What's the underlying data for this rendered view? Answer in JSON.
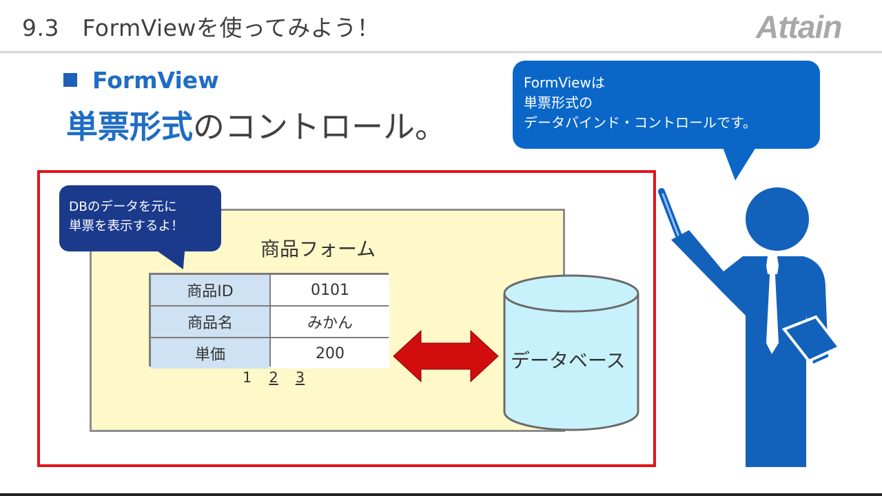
{
  "header": {
    "title": "9.3　FormViewを使ってみよう！",
    "logo_text": "Attain"
  },
  "slide": {
    "bullet": "FormView",
    "subtitle_highlight": "単票形式",
    "subtitle_rest": "のコントロール。"
  },
  "speech_right": {
    "lines": [
      "FormViewは",
      "単票形式の",
      "データバインド・コントロールです。"
    ]
  },
  "speech_left": {
    "lines": [
      "DBのデータを元に",
      "単票を表示するよ！"
    ]
  },
  "form": {
    "title": "商品フォーム",
    "rows": [
      {
        "label": "商品ID",
        "value": "0101"
      },
      {
        "label": "商品名",
        "value": "みかん"
      },
      {
        "label": "単価",
        "value": "200"
      }
    ],
    "pager": [
      "1",
      "2",
      "3"
    ]
  },
  "database": {
    "label": "データベース"
  },
  "colors": {
    "accent_blue": "#1f6dc4",
    "speech_blue": "#0a67c8",
    "speech_navy": "#1b3a8c",
    "frame_red": "#e1131a",
    "form_bg": "#fff8c8",
    "db_fill": "#c8f2fb"
  }
}
